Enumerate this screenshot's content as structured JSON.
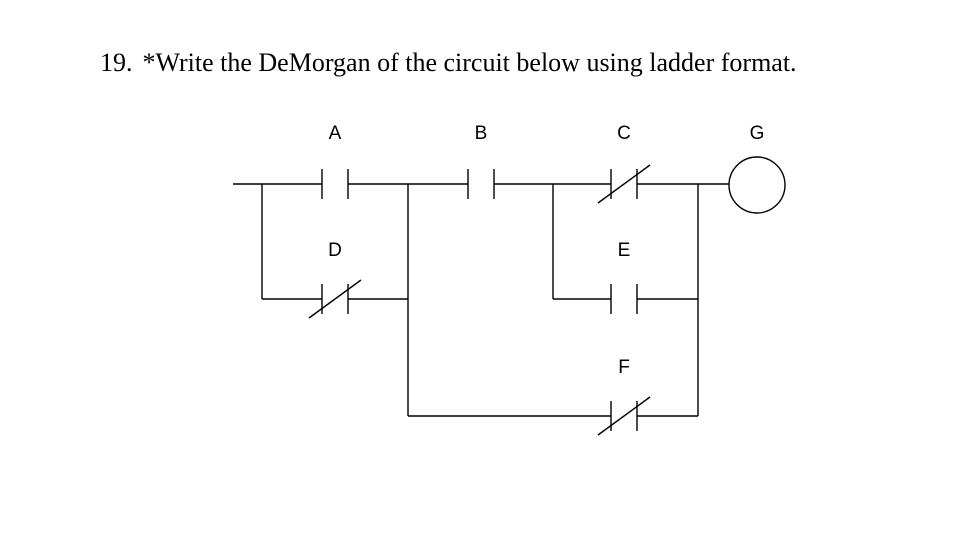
{
  "question": {
    "number": "19.",
    "text": "*Write the DeMorgan of the circuit below using ladder format."
  },
  "circuit": {
    "contacts": [
      {
        "id": "A",
        "label": "A",
        "type": "normally-open"
      },
      {
        "id": "B",
        "label": "B",
        "type": "normally-open"
      },
      {
        "id": "C",
        "label": "C",
        "type": "normally-closed"
      },
      {
        "id": "D",
        "label": "D",
        "type": "normally-closed"
      },
      {
        "id": "E",
        "label": "E",
        "type": "normally-open"
      },
      {
        "id": "F",
        "label": "F",
        "type": "normally-closed"
      }
    ],
    "coil": {
      "id": "G",
      "label": "G"
    }
  }
}
